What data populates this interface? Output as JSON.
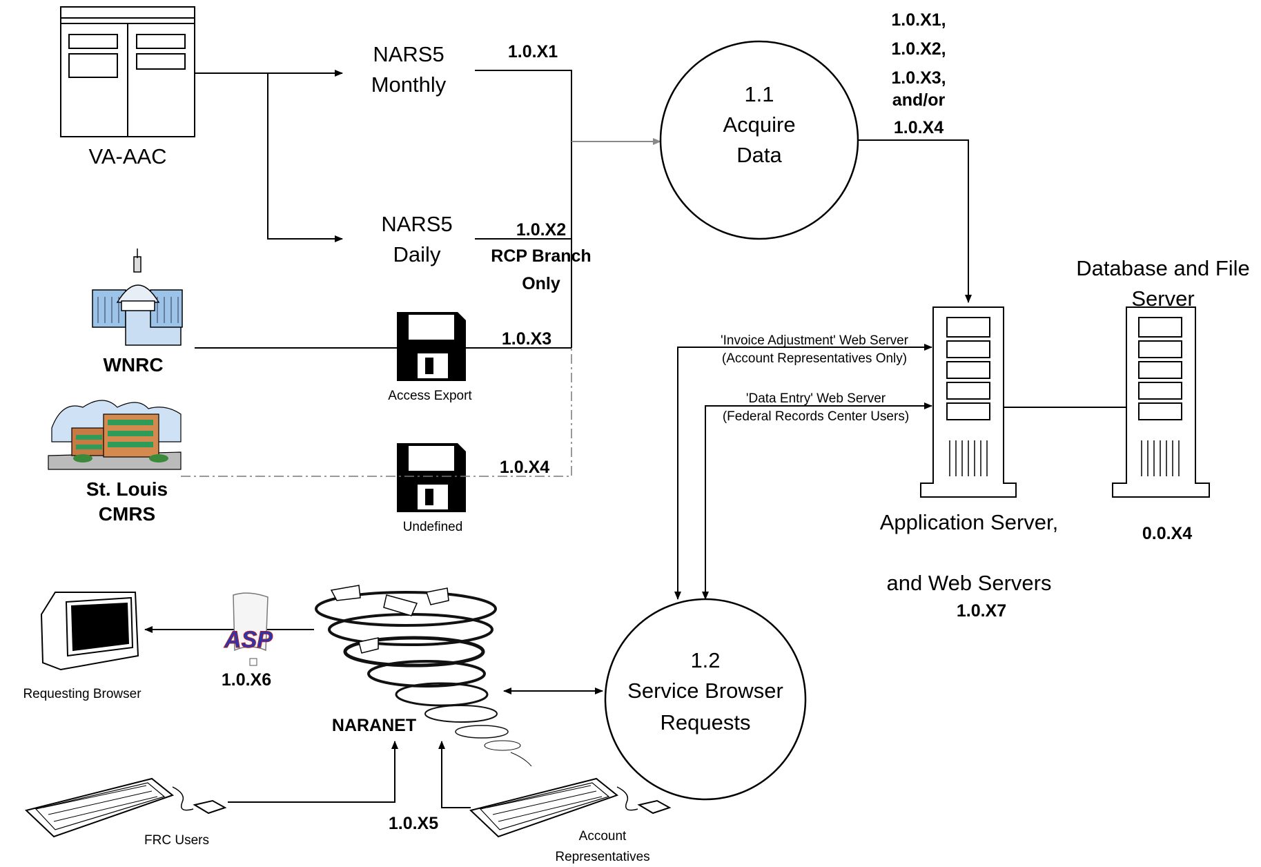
{
  "entities": {
    "va_aac": "VA-AAC",
    "wnrc": "WNRC",
    "st_louis": "St. Louis",
    "cmrs": "CMRS",
    "requesting_browser": "Requesting Browser",
    "frc_users": "FRC Users",
    "account_reps_1": "Account",
    "account_reps_2": "Representatives",
    "naranet": "NARANET",
    "asp_logo": "ASP"
  },
  "flows": {
    "monthly_1": "NARS5",
    "monthly_2": "Monthly",
    "daily_1": "NARS5",
    "daily_2": "Daily",
    "x1": "1.0.X1",
    "x2": "1.0.X2",
    "x2_note_1": "RCP Branch",
    "x2_note_2": "Only",
    "x3": "1.0.X3",
    "x4": "1.0.X4",
    "x5": "1.0.X5",
    "x6": "1.0.X6",
    "access_export": "Access Export",
    "undefined": "Undefined",
    "combined_1": "1.0.X1,",
    "combined_2": "1.0.X2,",
    "combined_3": "1.0.X3,",
    "combined_4": "and/or",
    "combined_5": "1.0.X4"
  },
  "processes": {
    "p11_num": "1.1",
    "p11_l1": "Acquire",
    "p11_l2": "Data",
    "p12_num": "1.2",
    "p12_l1": "Service Browser",
    "p12_l2": "Requests"
  },
  "servers": {
    "invoice_1": "'Invoice Adjustment' Web Server",
    "invoice_2": "(Account Representatives Only)",
    "data_entry_1": "'Data Entry' Web Server",
    "data_entry_2": "(Federal Records Center Users)",
    "db_1": "Database and File",
    "db_2": "Server",
    "app_1": "Application Server,",
    "app_2": "and Web Servers",
    "x7": "1.0.X7",
    "db_id": "0.0.X4"
  }
}
